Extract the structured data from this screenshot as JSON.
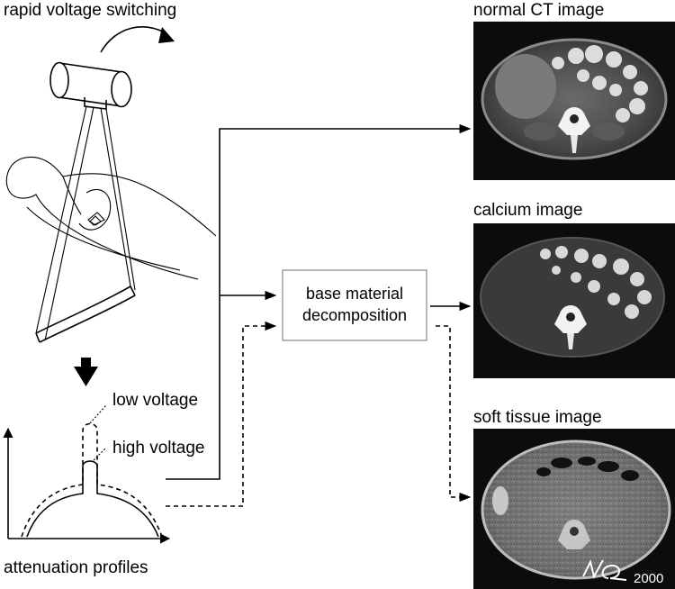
{
  "labels": {
    "rapid_switching": "rapid voltage switching",
    "low_voltage": "low voltage",
    "high_voltage": "high voltage",
    "attenuation_profiles": "attenuation profiles",
    "decomposition_line1": "base material",
    "decomposition_line2": "decomposition",
    "normal_ct": "normal CT image",
    "calcium": "calcium image",
    "soft_tissue": "soft tissue image",
    "signature_year": "2000"
  },
  "colors": {
    "line": "#000000",
    "image_background": "#0c0c0c",
    "box_border": "#888888"
  },
  "icons": {
    "tube": "xray-tube-icon",
    "rotation": "rotation-arrow-icon",
    "patient": "patient-icon",
    "down_arrow": "down-arrow-icon"
  }
}
